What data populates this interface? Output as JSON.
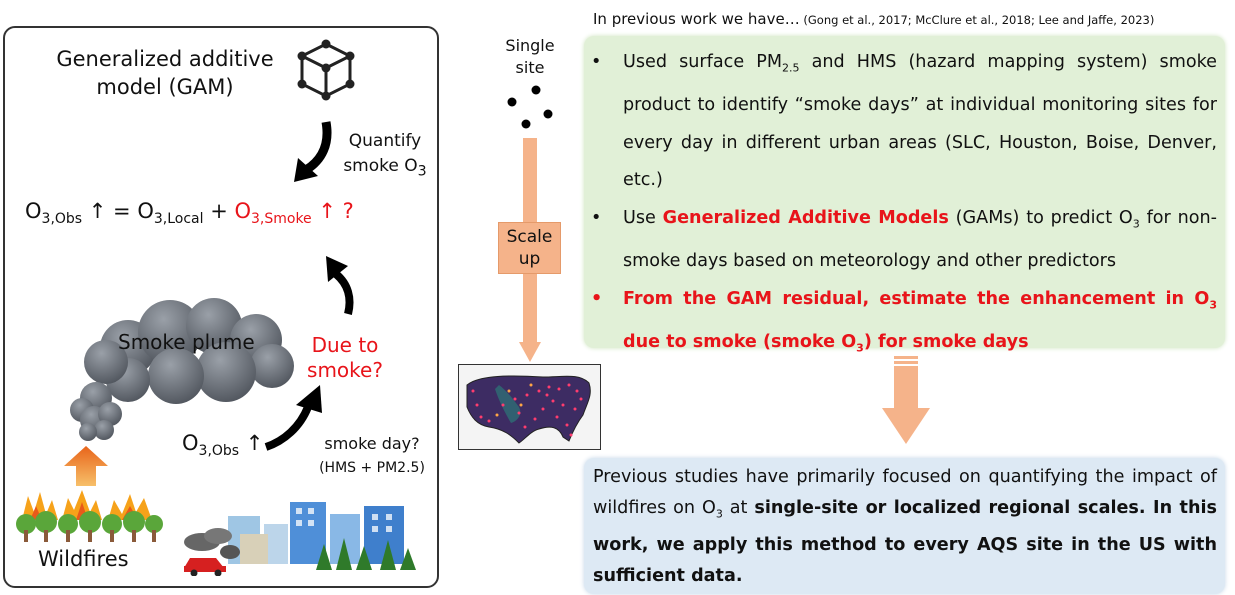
{
  "left": {
    "gam_title_line1": "Generalized additive",
    "gam_title_line2": "model (GAM)",
    "quantify_line1": "Quantify",
    "quantify_line2_prefix": "smoke O",
    "quantify_line2_sub": "3",
    "equation": {
      "o3": "O",
      "obs_sub": "3,Obs",
      "arrow1": " ↑ ",
      "eq": " = ",
      "o3b": "O",
      "local_sub": "3,Local",
      "plus": " + ",
      "o3c": "O",
      "smoke_sub": "3,Smoke",
      "arrow_q": " ↑ ?"
    },
    "smoke_plume": "Smoke plume",
    "due_line1": "Due to",
    "due_line2": "smoke?",
    "o3obs": {
      "o": "O",
      "sub": "3,Obs",
      "arrow": " ↑"
    },
    "smokeday_line1": "smoke day?",
    "smokeday_line2": "(HMS + PM2.5)",
    "wildfires": "Wildfires"
  },
  "middle": {
    "single_line1": "Single",
    "single_line2": "site",
    "scale_line1": "Scale",
    "scale_line2": "up"
  },
  "right": {
    "heading": "In previous work we have…",
    "refs": " (Gong et al., 2017; McClure et al., 2018; Lee and Jaffe, 2023)",
    "bullet_char": "•",
    "b1_a": "Used surface PM",
    "b1_sub": "2.5",
    "b1_b": " and HMS (hazard mapping system) smoke product to identify “smoke days” at individual monitoring sites for every day in different urban areas (SLC, Houston, Boise, Denver, etc.)",
    "b2_a": "Use ",
    "b2_hl": "Generalized Additive Models",
    "b2_b": " (GAMs) to predict O",
    "b2_sub": "3",
    "b2_c": " for non-smoke days based on meteorology and other predictors",
    "b3_a": "From the GAM residual, estimate the enhancement in O",
    "b3_sub": "3",
    "b3_b": " due to smoke (smoke O",
    "b3_sub2": "3",
    "b3_c": ") for smoke days",
    "blue_a": "Previous studies have primarily focused on quantifying the impact of wildfires on O",
    "blue_sub": "3",
    "blue_b": " at ",
    "blue_bold": "single-site or localized regional scales. In this work, we apply this method to every AQS site in the US with sufficient data."
  },
  "colors": {
    "accent_red": "#e8141a",
    "green_box": "#e1f0d7",
    "blue_box": "#dde9f4",
    "orange_arrow": "#f5b38a"
  }
}
